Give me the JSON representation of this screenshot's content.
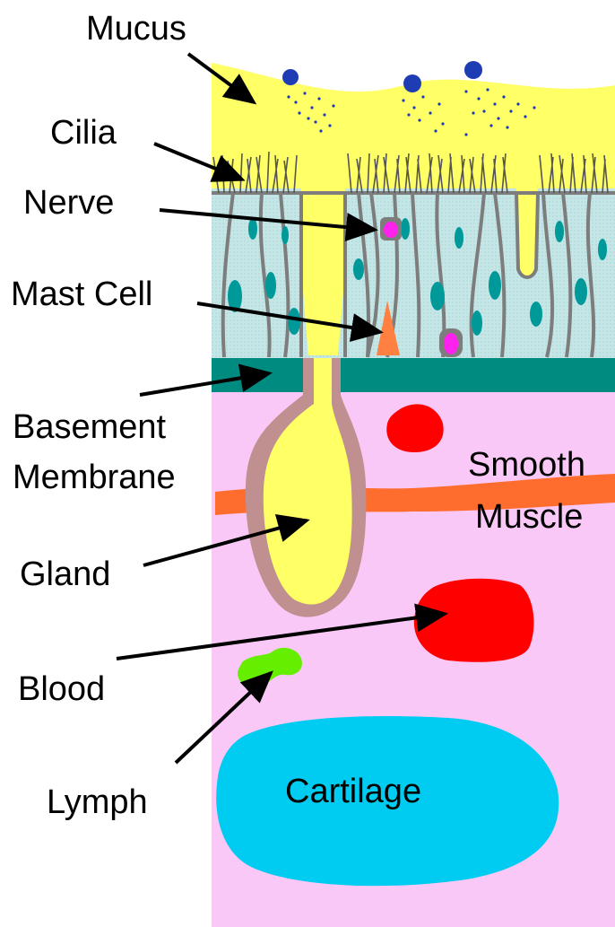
{
  "labels": {
    "mucus": "Mucus",
    "cilia": "Cilia",
    "nerve": "Nerve",
    "mast_cell": "Mast Cell",
    "basement_line1": "Basement",
    "basement_line2": "Membrane",
    "smooth_line1": "Smooth",
    "smooth_line2": "Muscle",
    "gland": "Gland",
    "blood": "Blood",
    "lymph": "Lymph",
    "cartilage": "Cartilage"
  },
  "colors": {
    "mucus": "#ffff66",
    "epithelium": "#c5e6e6",
    "nucleus": "#009999",
    "basement_membrane": "#008b80",
    "submucosa": "#f9c8f6",
    "gland_wall": "#c09090",
    "smooth_muscle": "#ff6d2e",
    "blood": "#ff0000",
    "lymph": "#66ee00",
    "cartilage": "#00ccf2",
    "nerve": "#ff22ee",
    "mast_cell": "#ff8040",
    "mucus_dots": "#1e3cb4"
  }
}
